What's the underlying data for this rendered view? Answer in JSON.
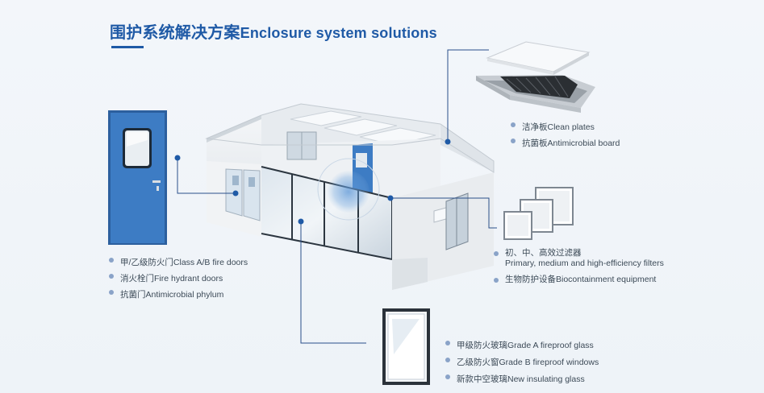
{
  "title": {
    "cn": "围护系统解决方案",
    "en": "Enclosure system solutions"
  },
  "groups": {
    "plates": [
      "洁净板Clean plates",
      "抗菌板Antimicrobial board"
    ],
    "doors": [
      "甲/乙级防火门Class A/B fire doors",
      "消火栓门Fire hydrant doors",
      "抗菌门Antimicrobial phylum"
    ],
    "filters": {
      "line1": "初、中、高效过滤器",
      "line2": "Primary, medium and high-efficiency filters",
      "item2": "生物防护设备Biocontainment equipment"
    },
    "glass": [
      "甲级防火玻璃Grade A fireproof glass",
      "乙级防火窗Grade B fireproof windows",
      "新款中空玻璃New insulating glass"
    ]
  },
  "colors": {
    "brand_blue": "#1f5aa6",
    "door_blue": "#3d7cc4",
    "connector": "#2a4f8a",
    "bullet": "#8aa3c8"
  }
}
